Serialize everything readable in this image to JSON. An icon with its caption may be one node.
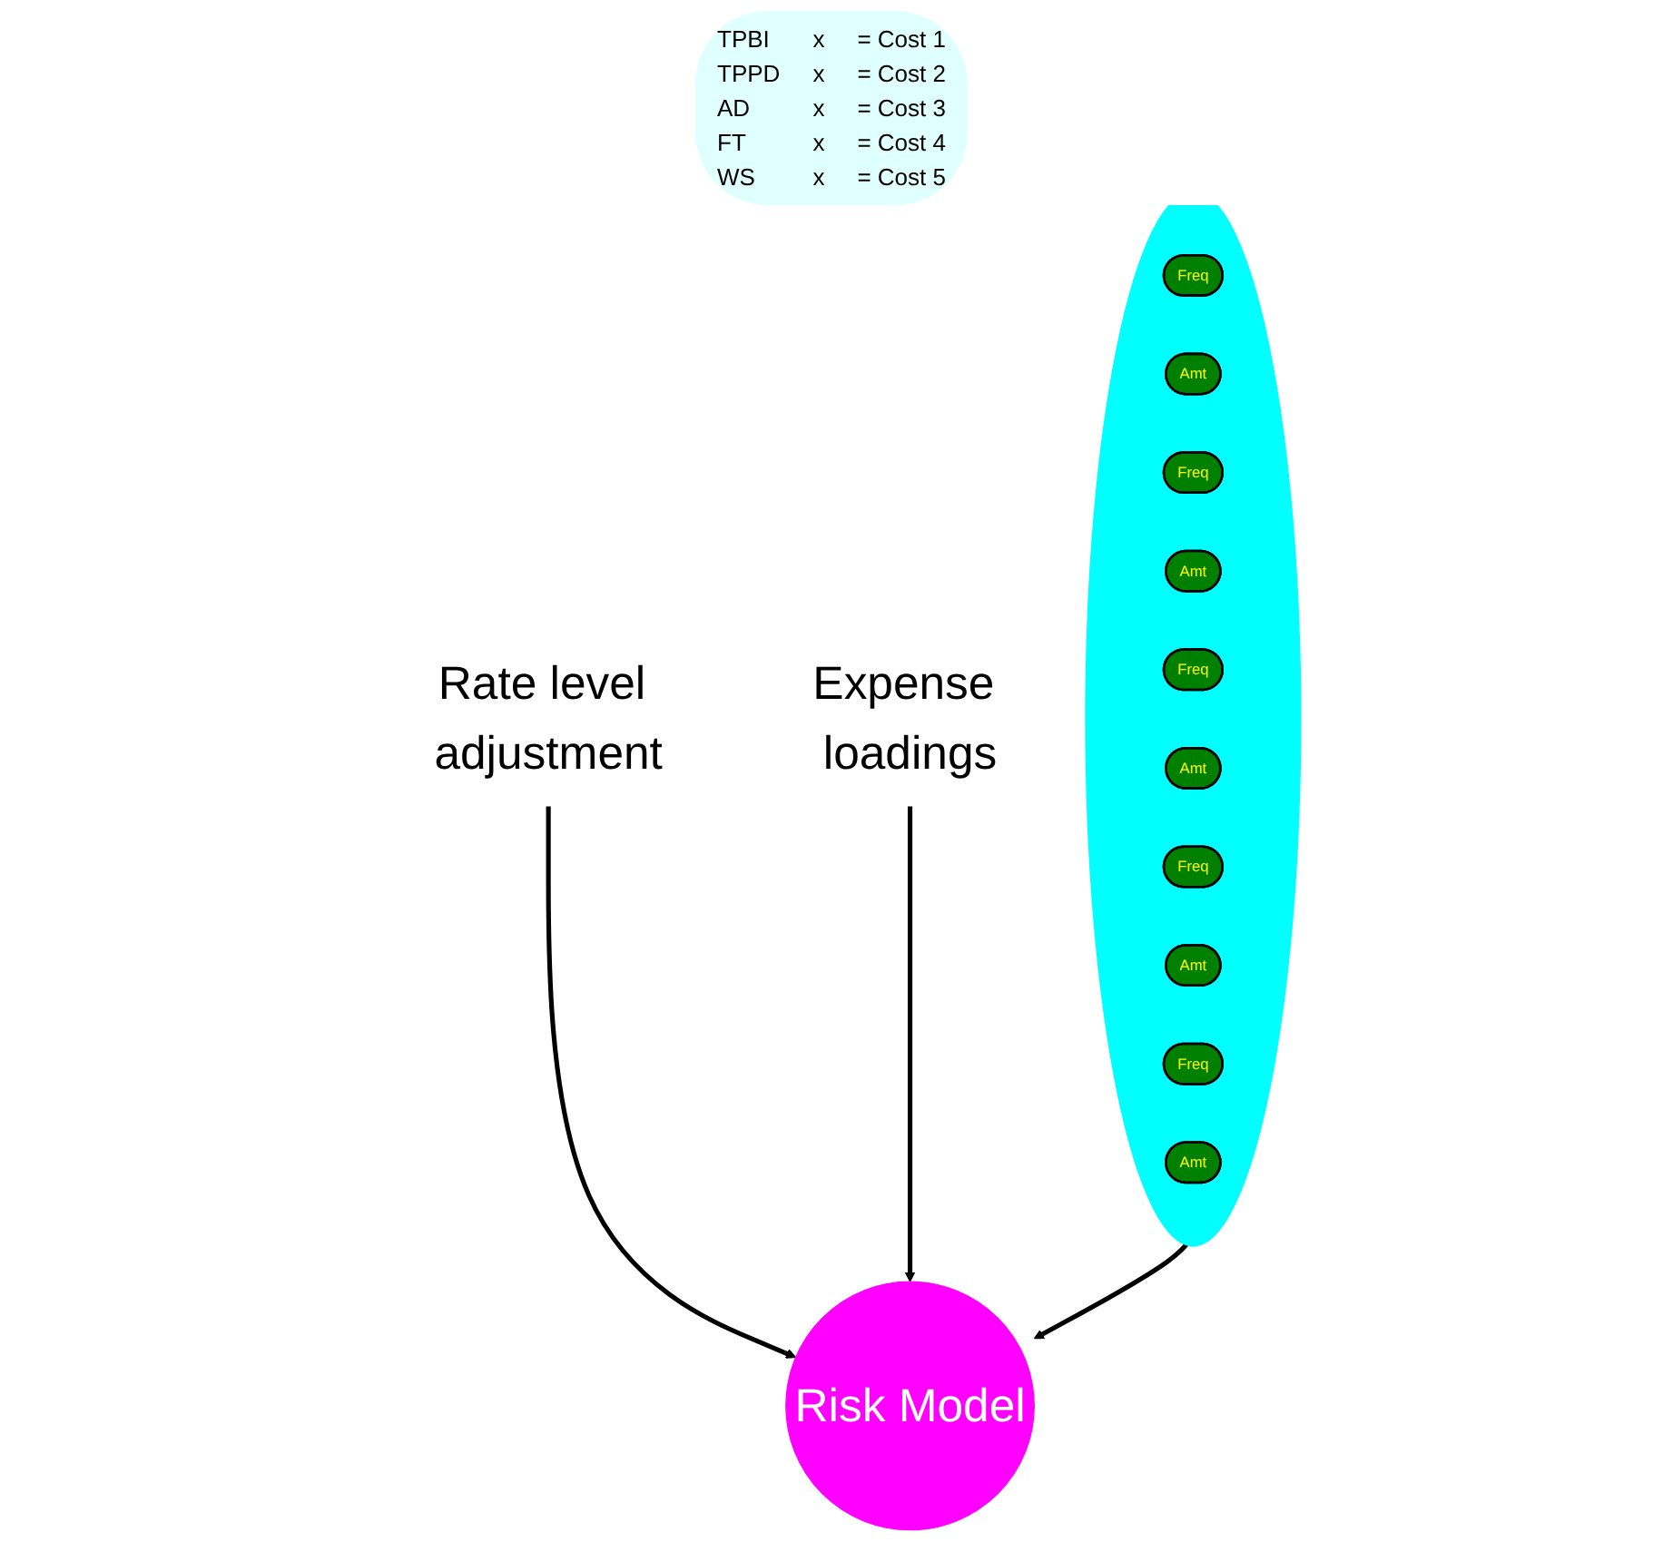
{
  "diagram": {
    "nodes": [
      {
        "text": [],
        "shape": "circle"
      },
      {
        "text": [
          "Freq"
        ],
        "in": 0
      },
      {
        "text": [
          "Amt"
        ],
        "in": 0
      },
      {
        "text": [
          "Freq"
        ],
        "in": 0
      },
      {
        "text": [
          "Amt"
        ],
        "in": 0
      },
      {
        "text": [
          "Freq"
        ],
        "in": 0
      },
      {
        "text": [
          "Amt"
        ],
        "in": 0
      },
      {
        "text": [
          "Freq"
        ],
        "in": 0
      },
      {
        "text": [
          "Amt"
        ],
        "in": 0
      },
      {
        "text": [
          "Freq"
        ],
        "in": 0
      },
      {
        "text": [
          "Amt"
        ],
        "in": 0
      },
      {
        "text": [
          "Rate level adjustment"
        ]
      },
      {
        "text": [
          "Expense loadings"
        ]
      },
      {
        "text": [
          "Risk Model"
        ]
      }
    ],
    "edges": [
      {
        "from": 0,
        "to": 13,
        "arrow": "to"
      },
      {
        "from": 11,
        "to": 13,
        "arrow": "to"
      },
      {
        "from": 12,
        "to": 13,
        "arrow": "to"
      }
    ],
    "labels": [
      "TPBI",
      "x",
      "= Cost 1",
      "TPPD",
      "x",
      "= Cost 2",
      "AD",
      "x",
      "= Cost 3",
      "FT",
      "x",
      "= Cost 4",
      "WS",
      "x",
      "= Cost 5"
    ]
  }
}
